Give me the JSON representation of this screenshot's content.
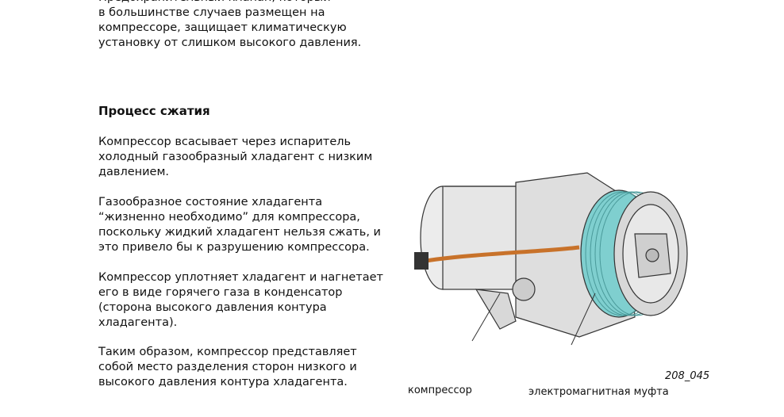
{
  "intro_paragraph": "Предохранительный клапан, который\nв большинстве случаев размещен на\nкомпрессоре, защищает климатическую\nустановку от слишком высокого давления.",
  "section_title": "Процесс сжатия",
  "paragraphs": [
    "Компрессор всасывает через испаритель\nхолодный газообразный хладагент с низким\nдавлением.",
    "Газообразное состояние хладагента\n“жизненно необходимо” для компрессора,\nпоскольку жидкий хладагент нельзя сжать, и\nэто привело бы к разрушению компрессора.",
    "Компрессор уплотняет хладагент и нагнетает\nего в виде горячего газа в конденсатор\n(сторона высокого давления контура\nхладагента).",
    "Таким образом, компрессор представляет\nсобой место разделения сторон низкого и\nвысокого давления контура хладагента."
  ],
  "figure": {
    "labels": {
      "compressor": "компрессор",
      "clutch": "электромагнитная муфта"
    },
    "figure_number": "208_045",
    "colors": {
      "pulley": "#7fcfcf",
      "wire": "#c8722a",
      "body": "#e4e4e4"
    }
  }
}
